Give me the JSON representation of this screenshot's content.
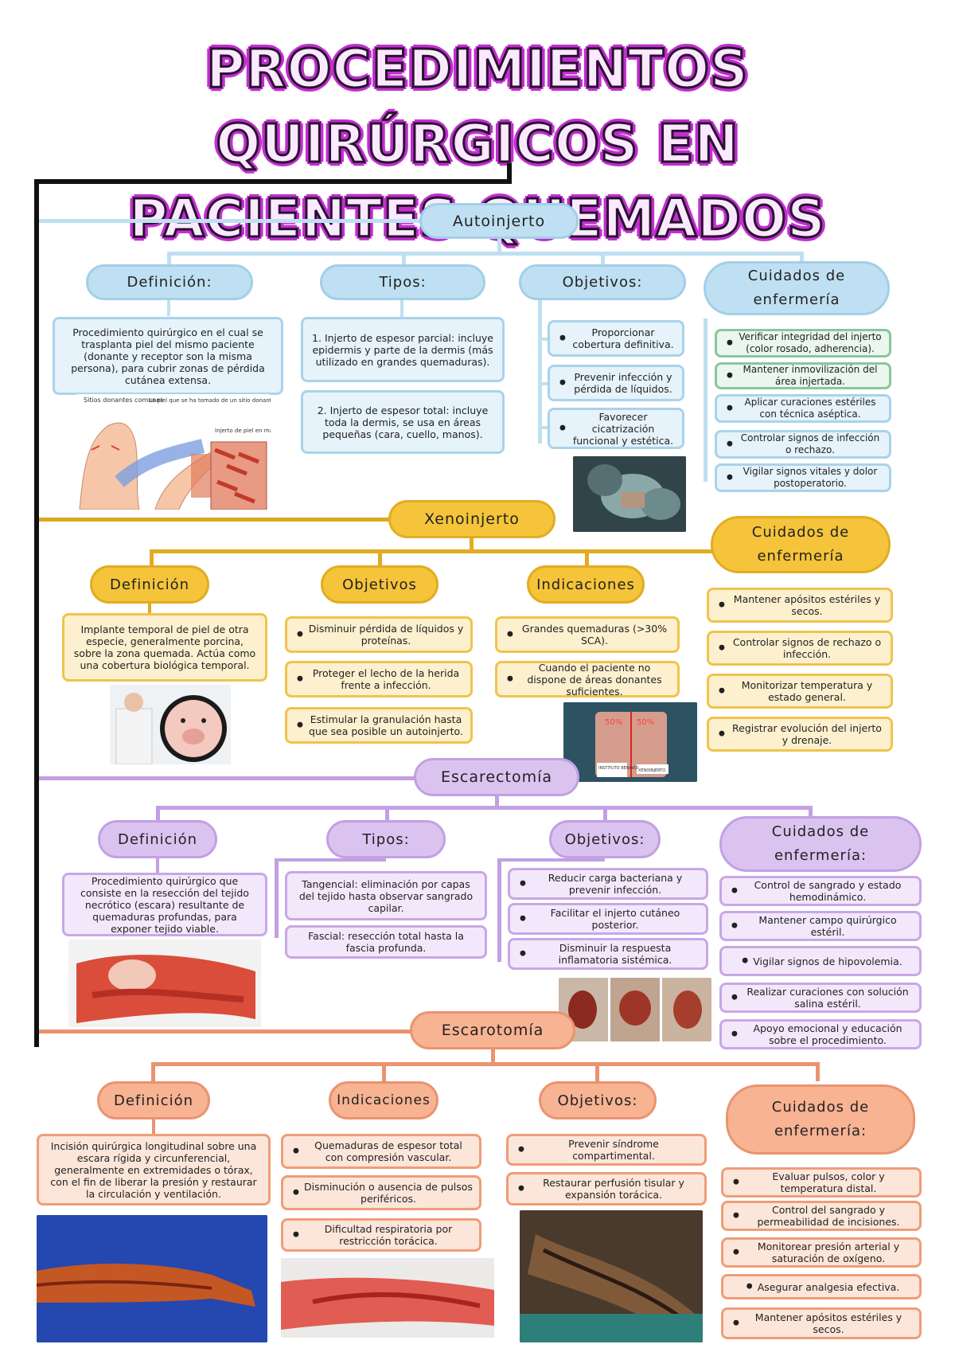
{
  "title": {
    "line1": "PROCEDIMIENTOS QUIRÚRGICOS EN",
    "line2": "PACIENTES QUEMADOS"
  },
  "autoinjerto": {
    "heading": "Autoinjerto",
    "definicion": {
      "label": "Definición:",
      "text": "Procedimiento quirúrgico en el cual se trasplanta piel del mismo paciente (donante y receptor son la misma persona), para cubrir zonas de pérdida cutánea extensa."
    },
    "image_captions": [
      "Sitios donantes comunes",
      "La piel que se ha tomado de un sitio donante cubre la herida",
      "Injerto de piel en malla"
    ],
    "tipos": {
      "label": "Tipos:",
      "items": [
        "1. Injerto de espesor parcial: incluye epidermis y parte de la dermis (más utilizado en grandes quemaduras).",
        "2. Injerto de espesor total: incluye toda la dermis, se usa en áreas pequeñas (cara, cuello, manos)."
      ]
    },
    "objetivos": {
      "label": "Objetivos:",
      "items": [
        "Proporcionar cobertura definitiva.",
        "Prevenir infección y pérdida de líquidos.",
        "Favorecer cicatrización funcional y estética."
      ]
    },
    "cuidados": {
      "label": "Cuidados de enfermería",
      "items": [
        "Verificar integridad del injerto (color rosado, adherencia).",
        "Mantener inmovilización del área injertada.",
        "Aplicar curaciones estériles con técnica aséptica.",
        "Controlar signos de infección o rechazo.",
        "Vigilar signos vitales y dolor postoperatorio."
      ]
    }
  },
  "xenoinjerto": {
    "heading": "Xenoinjerto",
    "definicion": {
      "label": "Definición",
      "text": "Implante temporal de piel de otra especie, generalmente porcina, sobre la zona quemada. Actúa como una cobertura biológica temporal."
    },
    "objetivos": {
      "label": "Objetivos",
      "items": [
        "Disminuir pérdida de líquidos y proteínas.",
        "Proteger el lecho de la herida frente a infección.",
        "Estimular la granulación hasta que sea posible un autoinjerto."
      ]
    },
    "indicaciones": {
      "label": "Indicaciones",
      "items": [
        "Grandes quemaduras (>30% SCA).",
        "Cuando el paciente no dispone de áreas donantes suficientes."
      ]
    },
    "image_labels": [
      "50%",
      "50%",
      "INSTITUTO BENAVID",
      "XENOINJERTO"
    ],
    "cuidados": {
      "label": "Cuidados de enfermería",
      "items": [
        "Mantener apósitos estériles y secos.",
        "Controlar signos de rechazo o infección.",
        "Monitorizar temperatura y estado general.",
        "Registrar evolución del injerto y drenaje."
      ]
    }
  },
  "escarectomia": {
    "heading": "Escarectomía",
    "definicion": {
      "label": "Definición",
      "text": "Procedimiento quirúrgico que consiste en la resección del tejido necrótico (escara) resultante de quemaduras profundas, para exponer tejido viable."
    },
    "tipos": {
      "label": "Tipos:",
      "items": [
        "Tangencial: eliminación por capas del tejido hasta observar sangrado capilar.",
        "Fascial: resección total hasta la fascia profunda."
      ]
    },
    "objetivos": {
      "label": "Objetivos:",
      "items": [
        "Reducir carga bacteriana y prevenir infección.",
        "Facilitar el injerto cutáneo posterior.",
        "Disminuir la respuesta inflamatoria sistémica."
      ]
    },
    "cuidados": {
      "label": "Cuidados de enfermería:",
      "items": [
        "Control de sangrado y estado hemodinámico.",
        "Mantener campo quirúrgico estéril.",
        "Vigilar signos de hipovolemia.",
        "Realizar curaciones con solución salina estéril.",
        "Apoyo emocional y educación sobre el procedimiento."
      ]
    }
  },
  "escarotomia": {
    "heading": "Escarotomía",
    "definicion": {
      "label": "Definición",
      "text": "Incisión quirúrgica longitudinal sobre una escara rígida y circunferencial, generalmente en extremidades o tórax, con el fin de liberar la presión y restaurar la circulación y ventilación."
    },
    "indicaciones": {
      "label": "Indicaciones",
      "items": [
        "Quemaduras de espesor total con compresión vascular.",
        "Disminución o ausencia de pulsos periféricos.",
        "Dificultad respiratoria por restricción torácica."
      ]
    },
    "objetivos": {
      "label": "Objetivos:",
      "items": [
        "Prevenir síndrome compartimental.",
        "Restaurar perfusión tisular y expansión torácica."
      ]
    },
    "cuidados": {
      "label": "Cuidados de enfermería:",
      "items": [
        "Evaluar pulsos, color y temperatura distal.",
        "Control del sangrado y permeabilidad de incisiones.",
        "Monitorear presión arterial y saturación de oxígeno.",
        "Asegurar analgesia efectiva.",
        "Mantener apósitos estériles y secos."
      ]
    }
  },
  "colors": {
    "blue": "#bfe0f2",
    "yellow": "#f5c43a",
    "purple": "#dbc3f0",
    "orange": "#f7b392",
    "title_glow": "#c12fd0"
  }
}
